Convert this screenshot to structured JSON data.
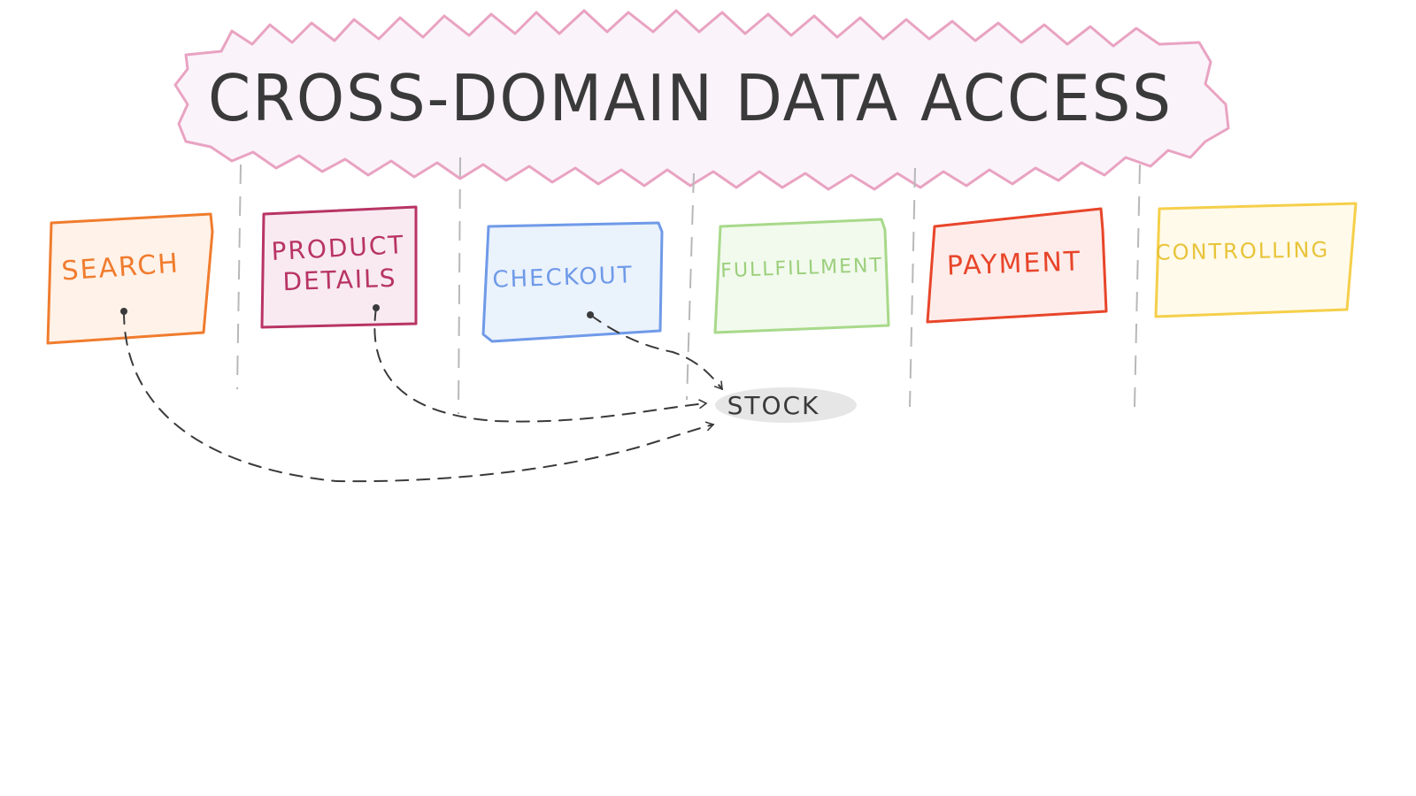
{
  "title": "CROSS-DOMAIN DATA ACCESS",
  "colors": {
    "banner_stroke": "#e9a3c2",
    "banner_fill": "#faf3fa",
    "ink": "#3a3a3a",
    "divider": "#b8b8b8",
    "stock_fill": "#e6e6e6"
  },
  "domains": [
    {
      "label_lines": [
        "SEARCH"
      ],
      "stroke": "#f07c2e",
      "fill": "#fff2e8",
      "text": "#f07c2e"
    },
    {
      "label_lines": [
        "PRODUCT",
        "DETAILS"
      ],
      "stroke": "#b83464",
      "fill": "#f8eaf0",
      "text": "#b83464"
    },
    {
      "label_lines": [
        "CHECKOUT"
      ],
      "stroke": "#6f9ae8",
      "fill": "#eaf2fc",
      "text": "#6f9ae8"
    },
    {
      "label_lines": [
        "FULLFILLMENT"
      ],
      "stroke": "#a8d98a",
      "fill": "#f1faec",
      "text": "#9ccf7c"
    },
    {
      "label_lines": [
        "PAYMENT"
      ],
      "stroke": "#e8452a",
      "fill": "#fdecea",
      "text": "#e8452a"
    },
    {
      "label_lines": [
        "CONTROLLING"
      ],
      "stroke": "#f5cf4a",
      "fill": "#fffaea",
      "text": "#e8c43a"
    }
  ],
  "stock_label": "STOCK"
}
